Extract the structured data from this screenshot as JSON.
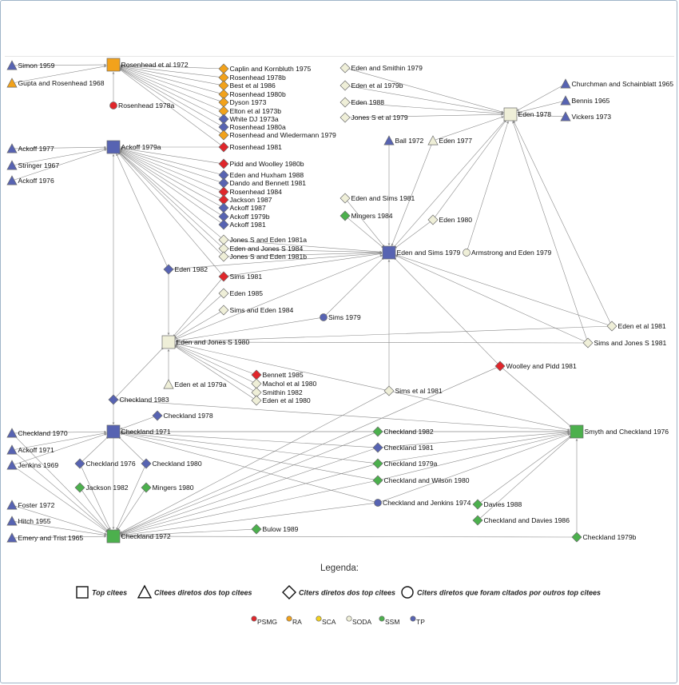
{
  "colors": {
    "PSMG": "#e0262b",
    "RA": "#f2a21b",
    "SCA": "#f4d21f",
    "SODA": "#efefd8",
    "SSM": "#4cb04d",
    "TP": "#5763b2",
    "edge": "#8a8a8a",
    "outline": "#6b6b6b"
  },
  "nodes": [
    {
      "id": "simon1959",
      "label": "Simon 1959",
      "shape": "triangle",
      "group": "TP"
    },
    {
      "id": "gupta1968",
      "label": "Gupta and Rosenhead 1968",
      "shape": "triangle",
      "group": "RA"
    },
    {
      "id": "rosen1972",
      "label": "Rosenhead et al 1972",
      "shape": "square",
      "group": "RA"
    },
    {
      "id": "rosen1978a",
      "label": "Rosenhead 1978a",
      "shape": "circle",
      "group": "PSMG"
    },
    {
      "id": "caplin1975",
      "label": "Caplin and Kornbluth 1975",
      "shape": "diamond",
      "group": "RA"
    },
    {
      "id": "rosen1978b",
      "label": "Rosenhead 1978b",
      "shape": "diamond",
      "group": "RA"
    },
    {
      "id": "best1986",
      "label": "Best et al 1986",
      "shape": "diamond",
      "group": "RA"
    },
    {
      "id": "rosen1980b",
      "label": "Rosenhead 1980b",
      "shape": "diamond",
      "group": "RA"
    },
    {
      "id": "dyson1973",
      "label": "Dyson 1973",
      "shape": "diamond",
      "group": "RA"
    },
    {
      "id": "elton1973b",
      "label": "Elton et al 1973b",
      "shape": "diamond",
      "group": "RA"
    },
    {
      "id": "white1973a",
      "label": "White DJ 1973a",
      "shape": "diamond",
      "group": "TP"
    },
    {
      "id": "rosen1980a",
      "label": "Rosenhead 1980a",
      "shape": "diamond",
      "group": "TP"
    },
    {
      "id": "rosenwied1979",
      "label": "Rosenhead and Wiedermann 1979",
      "shape": "diamond",
      "group": "RA"
    },
    {
      "id": "ackoff1977",
      "label": "Ackoff 1977",
      "shape": "triangle",
      "group": "TP"
    },
    {
      "id": "stringer1967",
      "label": "Stringer 1967",
      "shape": "triangle",
      "group": "TP"
    },
    {
      "id": "ackoff1976",
      "label": "Ackoff 1976",
      "shape": "triangle",
      "group": "TP"
    },
    {
      "id": "ackoff1979a",
      "label": "Ackoff 1979a",
      "shape": "square",
      "group": "TP"
    },
    {
      "id": "rosen1981",
      "label": "Rosenhead 1981",
      "shape": "diamond",
      "group": "PSMG"
    },
    {
      "id": "pidd1980b",
      "label": "Pidd and Woolley 1980b",
      "shape": "diamond",
      "group": "PSMG"
    },
    {
      "id": "edenhux1988",
      "label": "Eden and Huxham 1988",
      "shape": "diamond",
      "group": "TP"
    },
    {
      "id": "dando1981",
      "label": "Dando and Bennett 1981",
      "shape": "diamond",
      "group": "TP"
    },
    {
      "id": "rosen1984",
      "label": "Rosenhead 1984",
      "shape": "diamond",
      "group": "PSMG"
    },
    {
      "id": "jackson1987",
      "label": "Jackson 1987",
      "shape": "diamond",
      "group": "PSMG"
    },
    {
      "id": "ackoff1987",
      "label": "Ackoff 1987",
      "shape": "diamond",
      "group": "TP"
    },
    {
      "id": "ackoff1979b",
      "label": "Ackoff 1979b",
      "shape": "diamond",
      "group": "TP"
    },
    {
      "id": "ackoff1981",
      "label": "Ackoff 1981",
      "shape": "diamond",
      "group": "TP"
    },
    {
      "id": "jones1981a",
      "label": "Jones S and Eden 1981a",
      "shape": "diamond",
      "group": "SODA"
    },
    {
      "id": "edenjones1984",
      "label": "Eden and Jones S 1984",
      "shape": "diamond",
      "group": "SODA"
    },
    {
      "id": "jones1981b",
      "label": "Jones S and Eden 1981b",
      "shape": "diamond",
      "group": "SODA"
    },
    {
      "id": "edensmithin1979",
      "label": "Eden and Smithin 1979",
      "shape": "diamond",
      "group": "SODA"
    },
    {
      "id": "eden1979b",
      "label": "Eden et al 1979b",
      "shape": "diamond",
      "group": "SODA"
    },
    {
      "id": "eden1988",
      "label": "Eden 1988",
      "shape": "diamond",
      "group": "SODA"
    },
    {
      "id": "jones1979",
      "label": "Jones S et al 1979",
      "shape": "diamond",
      "group": "SODA"
    },
    {
      "id": "eden1978",
      "label": "Eden 1978",
      "shape": "square",
      "group": "SODA"
    },
    {
      "id": "church1965",
      "label": "Churchman and Schainblatt 1965",
      "shape": "triangle",
      "group": "TP"
    },
    {
      "id": "bennis1965",
      "label": "Bennis 1965",
      "shape": "triangle",
      "group": "TP"
    },
    {
      "id": "vickers1973",
      "label": "Vickers 1973",
      "shape": "triangle",
      "group": "TP"
    },
    {
      "id": "ball1972",
      "label": "Ball 1972",
      "shape": "triangle",
      "group": "TP"
    },
    {
      "id": "eden1977",
      "label": "Eden 1977",
      "shape": "triangle",
      "group": "SODA"
    },
    {
      "id": "edensims1981",
      "label": "Eden and Sims 1981",
      "shape": "diamond",
      "group": "SODA"
    },
    {
      "id": "mingers1984",
      "label": "Mingers 1984",
      "shape": "diamond",
      "group": "SSM"
    },
    {
      "id": "eden1980",
      "label": "Eden 1980",
      "shape": "diamond",
      "group": "SODA"
    },
    {
      "id": "edensims1979",
      "label": "Eden and Sims 1979",
      "shape": "square",
      "group": "TP"
    },
    {
      "id": "armstrong1979",
      "label": "Armstrong and Eden 1979",
      "shape": "circle",
      "group": "SODA"
    },
    {
      "id": "eden1982",
      "label": "Eden 1982",
      "shape": "diamond",
      "group": "TP"
    },
    {
      "id": "sims1981",
      "label": "Sims 1981",
      "shape": "diamond",
      "group": "PSMG"
    },
    {
      "id": "eden1985",
      "label": "Eden 1985",
      "shape": "diamond",
      "group": "SODA"
    },
    {
      "id": "simseden1984",
      "label": "Sims and Eden 1984",
      "shape": "diamond",
      "group": "SODA"
    },
    {
      "id": "sims1979",
      "label": "Sims 1979",
      "shape": "circle",
      "group": "TP"
    },
    {
      "id": "eden1981",
      "label": "Eden et al 1981",
      "shape": "diamond",
      "group": "SODA"
    },
    {
      "id": "simsjones1981",
      "label": "Sims and Jones S 1981",
      "shape": "diamond",
      "group": "SODA"
    },
    {
      "id": "edenjones1980",
      "label": "Eden and Jones S 1980",
      "shape": "square",
      "group": "SODA"
    },
    {
      "id": "woolley1981",
      "label": "Woolley and Pidd 1981",
      "shape": "diamond",
      "group": "PSMG"
    },
    {
      "id": "eden1979a",
      "label": "Eden et al 1979a",
      "shape": "triangle",
      "group": "SODA"
    },
    {
      "id": "bennett1985",
      "label": "Bennett 1985",
      "shape": "diamond",
      "group": "PSMG"
    },
    {
      "id": "machol1980",
      "label": "Machol et al 1980",
      "shape": "diamond",
      "group": "SODA"
    },
    {
      "id": "smithin1982",
      "label": "Smithin 1982",
      "shape": "diamond",
      "group": "SODA"
    },
    {
      "id": "eden1980b",
      "label": "Eden et al 1980",
      "shape": "diamond",
      "group": "SODA"
    },
    {
      "id": "sims1981b",
      "label": "Sims et al 1981",
      "shape": "diamond",
      "group": "SODA"
    },
    {
      "id": "check1983",
      "label": "Checkland 1983",
      "shape": "diamond",
      "group": "TP"
    },
    {
      "id": "check1978",
      "label": "Checkland 1978",
      "shape": "diamond",
      "group": "TP"
    },
    {
      "id": "check1970",
      "label": "Checkland 1970",
      "shape": "triangle",
      "group": "TP"
    },
    {
      "id": "check1971",
      "label": "Checkland 1971",
      "shape": "square",
      "group": "TP"
    },
    {
      "id": "ackoff1971",
      "label": "Ackoff 1971",
      "shape": "triangle",
      "group": "TP"
    },
    {
      "id": "jenkins1969",
      "label": "Jenkins 1969",
      "shape": "triangle",
      "group": "TP"
    },
    {
      "id": "check1976",
      "label": "Checkland 1976",
      "shape": "diamond",
      "group": "TP"
    },
    {
      "id": "check1980",
      "label": "Checkland 1980",
      "shape": "diamond",
      "group": "TP"
    },
    {
      "id": "jackson1982",
      "label": "Jackson 1982",
      "shape": "diamond",
      "group": "SSM"
    },
    {
      "id": "mingers1980",
      "label": "Mingers 1980",
      "shape": "diamond",
      "group": "SSM"
    },
    {
      "id": "foster1972",
      "label": "Foster 1972",
      "shape": "triangle",
      "group": "TP"
    },
    {
      "id": "hitch1955",
      "label": "Hitch 1955",
      "shape": "triangle",
      "group": "TP"
    },
    {
      "id": "emery1965",
      "label": "Emery and Trist 1965",
      "shape": "triangle",
      "group": "TP"
    },
    {
      "id": "check1972",
      "label": "Checkland 1972",
      "shape": "square",
      "group": "SSM"
    },
    {
      "id": "bulow1989",
      "label": "Bulow 1989",
      "shape": "diamond",
      "group": "SSM"
    },
    {
      "id": "check1982",
      "label": "Checkland 1982",
      "shape": "diamond",
      "group": "SSM"
    },
    {
      "id": "check1981",
      "label": "Checkland 1981",
      "shape": "diamond",
      "group": "TP"
    },
    {
      "id": "check1979a",
      "label": "Checkland 1979a",
      "shape": "diamond",
      "group": "SSM"
    },
    {
      "id": "checkwilson1980",
      "label": "Checkland and Wilson 1980",
      "shape": "diamond",
      "group": "SSM"
    },
    {
      "id": "checkjenkins1974",
      "label": "Checkland and Jenkins 1974",
      "shape": "circle",
      "group": "TP"
    },
    {
      "id": "smyth1976",
      "label": "Smyth and Checkland 1976",
      "shape": "square",
      "group": "SSM"
    },
    {
      "id": "davies1988",
      "label": "Davies 1988",
      "shape": "diamond",
      "group": "SSM"
    },
    {
      "id": "checkdavies1986",
      "label": "Checkland and Davies 1986",
      "shape": "diamond",
      "group": "SSM"
    },
    {
      "id": "check1979b",
      "label": "Checkland 1979b",
      "shape": "diamond",
      "group": "SSM"
    }
  ],
  "edges": [
    [
      "simon1959",
      "rosen1972"
    ],
    [
      "gupta1968",
      "rosen1972"
    ],
    [
      "rosen1978a",
      "rosen1972"
    ],
    [
      "caplin1975",
      "rosen1972"
    ],
    [
      "rosen1978b",
      "rosen1972"
    ],
    [
      "best1986",
      "rosen1972"
    ],
    [
      "rosen1980b",
      "rosen1972"
    ],
    [
      "dyson1973",
      "rosen1972"
    ],
    [
      "elton1973b",
      "rosen1972"
    ],
    [
      "white1973a",
      "rosen1972"
    ],
    [
      "rosen1980a",
      "rosen1972"
    ],
    [
      "rosenwied1979",
      "rosen1972"
    ],
    [
      "rosen1981",
      "rosen1972"
    ],
    [
      "ackoff1977",
      "ackoff1979a"
    ],
    [
      "stringer1967",
      "ackoff1979a"
    ],
    [
      "ackoff1976",
      "ackoff1979a"
    ],
    [
      "rosen1981",
      "ackoff1979a"
    ],
    [
      "pidd1980b",
      "ackoff1979a"
    ],
    [
      "edenhux1988",
      "ackoff1979a"
    ],
    [
      "dando1981",
      "ackoff1979a"
    ],
    [
      "rosen1984",
      "ackoff1979a"
    ],
    [
      "jackson1987",
      "ackoff1979a"
    ],
    [
      "ackoff1987",
      "ackoff1979a"
    ],
    [
      "ackoff1979b",
      "ackoff1979a"
    ],
    [
      "ackoff1981",
      "ackoff1979a"
    ],
    [
      "jones1981a",
      "ackoff1979a"
    ],
    [
      "edenjones1984",
      "ackoff1979a"
    ],
    [
      "jones1981b",
      "ackoff1979a"
    ],
    [
      "eden1982",
      "ackoff1979a"
    ],
    [
      "sims1981",
      "ackoff1979a"
    ],
    [
      "check1983",
      "ackoff1979a"
    ],
    [
      "edensmithin1979",
      "eden1978"
    ],
    [
      "eden1979b",
      "eden1978"
    ],
    [
      "eden1988",
      "eden1978"
    ],
    [
      "jones1979",
      "eden1978"
    ],
    [
      "church1965",
      "eden1978"
    ],
    [
      "bennis1965",
      "eden1978"
    ],
    [
      "vickers1973",
      "eden1978"
    ],
    [
      "eden1977",
      "eden1978"
    ],
    [
      "eden1980",
      "eden1978"
    ],
    [
      "armstrong1979",
      "eden1978"
    ],
    [
      "edensims1979",
      "eden1978"
    ],
    [
      "eden1981",
      "eden1978"
    ],
    [
      "simsjones1981",
      "eden1978"
    ],
    [
      "ball1972",
      "edensims1979"
    ],
    [
      "eden1977",
      "edensims1979"
    ],
    [
      "edensims1981",
      "edensims1979"
    ],
    [
      "mingers1984",
      "edensims1979"
    ],
    [
      "eden1980",
      "edensims1979"
    ],
    [
      "jones1981a",
      "edensims1979"
    ],
    [
      "edenjones1984",
      "edensims1979"
    ],
    [
      "jones1981b",
      "edensims1979"
    ],
    [
      "eden1982",
      "edensims1979"
    ],
    [
      "sims1981",
      "edensims1979"
    ],
    [
      "sims1979",
      "edensims1979"
    ],
    [
      "eden1981",
      "edensims1979"
    ],
    [
      "simsjones1981",
      "edensims1979"
    ],
    [
      "sims1981b",
      "edensims1979"
    ],
    [
      "woolley1981",
      "edensims1979"
    ],
    [
      "edenjones1980",
      "edensims1979"
    ],
    [
      "eden1982",
      "edenjones1980"
    ],
    [
      "sims1981",
      "edenjones1980"
    ],
    [
      "eden1985",
      "edenjones1980"
    ],
    [
      "simseden1984",
      "edenjones1980"
    ],
    [
      "sims1979",
      "edenjones1980"
    ],
    [
      "eden1981",
      "edenjones1980"
    ],
    [
      "simsjones1981",
      "edenjones1980"
    ],
    [
      "eden1979a",
      "edenjones1980"
    ],
    [
      "bennett1985",
      "edenjones1980"
    ],
    [
      "machol1980",
      "edenjones1980"
    ],
    [
      "smithin1982",
      "edenjones1980"
    ],
    [
      "eden1980b",
      "edenjones1980"
    ],
    [
      "sims1981b",
      "edenjones1980"
    ],
    [
      "check1983",
      "edenjones1980"
    ],
    [
      "check1983",
      "smyth1976"
    ],
    [
      "woolley1981",
      "smyth1976"
    ],
    [
      "sims1981b",
      "smyth1976"
    ],
    [
      "check1983",
      "check1971"
    ],
    [
      "check1978",
      "check1971"
    ],
    [
      "check1970",
      "check1971"
    ],
    [
      "ackoff1971",
      "check1971"
    ],
    [
      "jenkins1969",
      "check1971"
    ],
    [
      "check1976",
      "check1971"
    ],
    [
      "check1980",
      "check1971"
    ],
    [
      "check1982",
      "check1971"
    ],
    [
      "check1981",
      "check1971"
    ],
    [
      "check1979a",
      "check1971"
    ],
    [
      "checkwilson1980",
      "check1971"
    ],
    [
      "checkjenkins1974",
      "check1971"
    ],
    [
      "check1970",
      "check1972"
    ],
    [
      "ackoff1971",
      "check1972"
    ],
    [
      "jenkins1969",
      "check1972"
    ],
    [
      "check1976",
      "check1972"
    ],
    [
      "check1980",
      "check1972"
    ],
    [
      "jackson1982",
      "check1972"
    ],
    [
      "mingers1980",
      "check1972"
    ],
    [
      "foster1972",
      "check1972"
    ],
    [
      "hitch1955",
      "check1972"
    ],
    [
      "emery1965",
      "check1972"
    ],
    [
      "bulow1989",
      "check1972"
    ],
    [
      "check1982",
      "check1972"
    ],
    [
      "check1981",
      "check1972"
    ],
    [
      "check1979a",
      "check1972"
    ],
    [
      "checkwilson1980",
      "check1972"
    ],
    [
      "checkjenkins1974",
      "check1972"
    ],
    [
      "sims1981b",
      "check1972"
    ],
    [
      "woolley1981",
      "check1972"
    ],
    [
      "check1979b",
      "check1972"
    ],
    [
      "check1971",
      "check1972"
    ],
    [
      "check1982",
      "smyth1976"
    ],
    [
      "check1981",
      "smyth1976"
    ],
    [
      "check1979a",
      "smyth1976"
    ],
    [
      "checkwilson1980",
      "smyth1976"
    ],
    [
      "checkjenkins1974",
      "smyth1976"
    ],
    [
      "davies1988",
      "smyth1976"
    ],
    [
      "checkdavies1986",
      "smyth1976"
    ],
    [
      "check1979b",
      "smyth1976"
    ],
    [
      "check1971",
      "smyth1976"
    ]
  ],
  "legend": {
    "title": "Legenda:",
    "shapes": [
      {
        "shape": "square",
        "label": "Top citees"
      },
      {
        "shape": "triangle",
        "label": "Citees diretos dos top citees"
      },
      {
        "shape": "diamond",
        "label": "Citers diretos dos top citees"
      },
      {
        "shape": "circle",
        "label": "Citers diretos que foram citados por outros top citees"
      }
    ],
    "groups": [
      {
        "group": "PSMG",
        "label": "PSMG"
      },
      {
        "group": "RA",
        "label": "RA"
      },
      {
        "group": "SCA",
        "label": "SCA"
      },
      {
        "group": "SODA",
        "label": "SODA"
      },
      {
        "group": "SSM",
        "label": "SSM"
      },
      {
        "group": "TP",
        "label": "TP"
      }
    ]
  }
}
